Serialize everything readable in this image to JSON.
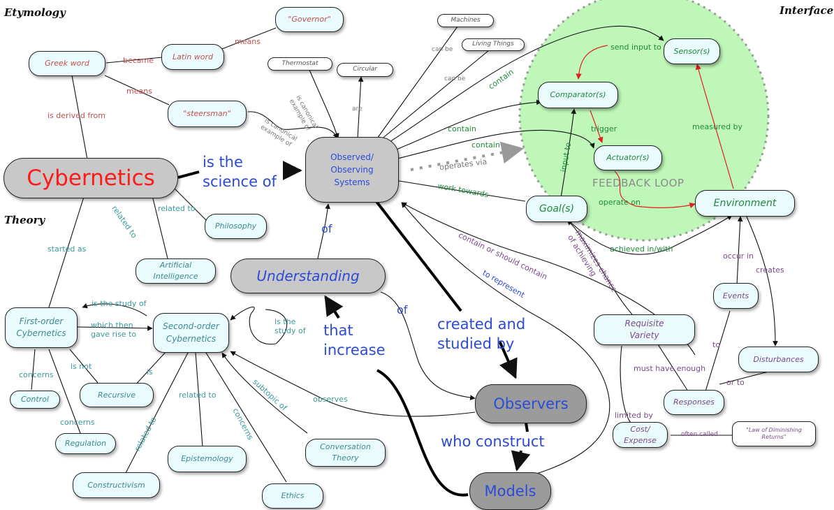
{
  "corner_labels": {
    "etymology": "Etymology",
    "interface": "Interface",
    "theory": "Theory"
  },
  "feedback_loop_title": "FEEDBACK LOOP",
  "nodes": {
    "cybernetics": "Cybernetics",
    "systems": "Observed/\nObserving\nSystems",
    "understanding": "Understanding",
    "observers": "Observers",
    "models": "Models",
    "greek_word": "Greek word",
    "latin_word": "Latin word",
    "governor": "\"Governor\"",
    "steersman": "\"steersman\"",
    "thermostat": "Thermostat",
    "circular": "Circular",
    "machines": "Machines",
    "living_things": "Living Things",
    "sensors": "Sensor(s)",
    "comparators": "Comparator(s)",
    "actuators": "Actuator(s)",
    "goals": "Goal(s)",
    "environment": "Environment",
    "philosophy": "Philosophy",
    "ai": "Artificial\nIntelligence",
    "first_order": "First-order\nCybernetics",
    "second_order": "Second-order\nCybernetics",
    "control": "Control",
    "recursive": "Recursive",
    "regulation": "Regulation",
    "epistemology": "Epistemology",
    "constructivism": "Constructivism",
    "ethics": "Ethics",
    "conversation_theory": "Conversation\nTheory",
    "requisite_variety": "Requisite\nVariety",
    "events": "Events",
    "disturbances": "Disturbances",
    "responses": "Responses",
    "cost_expense": "Cost/\nExpense",
    "law_diminishing": "\"Law of Diminishing\nReturns\""
  },
  "big_phrases": {
    "is_the_science_of": "is the\nscience of",
    "that_increase": "that\nincrease",
    "created_and_studied_by": "created and\nstudied  by",
    "who_construct": "who construct",
    "of_small": "of",
    "of_understanding": "of"
  },
  "link_labels": {
    "became": "became",
    "means_governor": "means",
    "means_steersman": "means",
    "is_derived_from": "is derived from",
    "is_canonical_example_1": "is canonical\nexample of",
    "is_canonical_example_2": "is canonical\nexample of",
    "are": "are",
    "can_be_1": "can be",
    "can_be_2": "can be",
    "contain_1": "contain",
    "contain_2": "contain",
    "contain_3": "contain",
    "send_input_to": "send input to",
    "trigger": "trigger",
    "measured_by": "measured by",
    "input_to": "input to",
    "operates_via": "operates via",
    "work_towards": "work towards",
    "operate_on": "operate on",
    "achieved_in_with": "achieved in/with",
    "maximizes_chance": "maximizes chance\nof achieving",
    "contain_or_should_contain": "contain or should contain",
    "to_represent": "to represent",
    "related_to_philosophy": "related to",
    "related_to_ai": "related to",
    "started_as": "started as",
    "is_the_study_of": "is the study of",
    "which_then_gave_rise_to": "which then\ngave rise to",
    "is_the_study_of_self": "is the\nstudy of",
    "concerns_control": "concerns",
    "concerns_regulation": "concerns",
    "is_not": "is not",
    "is": "is",
    "related_to_constructivism": "related to",
    "related_to_epistemology": "related to",
    "concerns_ethics": "concerns",
    "subtopic_of": "subtopic of",
    "observes": "observes",
    "occur_in": "occur in",
    "creates": "creates",
    "to": "to",
    "or_to": "or to",
    "must_have_enough": "must have enough",
    "limited_by": "limited by",
    "often_called": "often called"
  }
}
